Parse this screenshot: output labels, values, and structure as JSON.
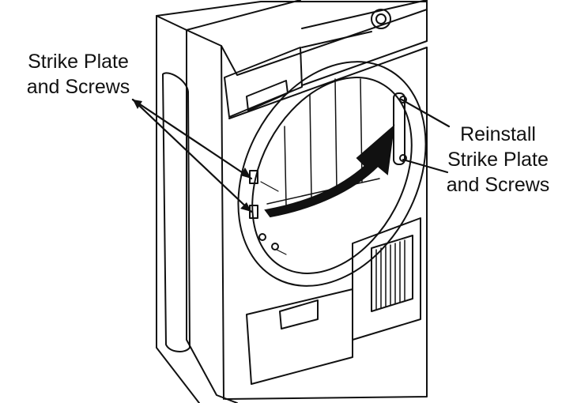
{
  "labels": {
    "left": {
      "line1": "Strike Plate",
      "line2": "and Screws"
    },
    "right": {
      "line1": "Reinstall",
      "line2": "Strike Plate",
      "line3": "and Screws"
    }
  },
  "colors": {
    "line": "#111111",
    "fill": "#ffffff",
    "arrow": "#111111"
  }
}
